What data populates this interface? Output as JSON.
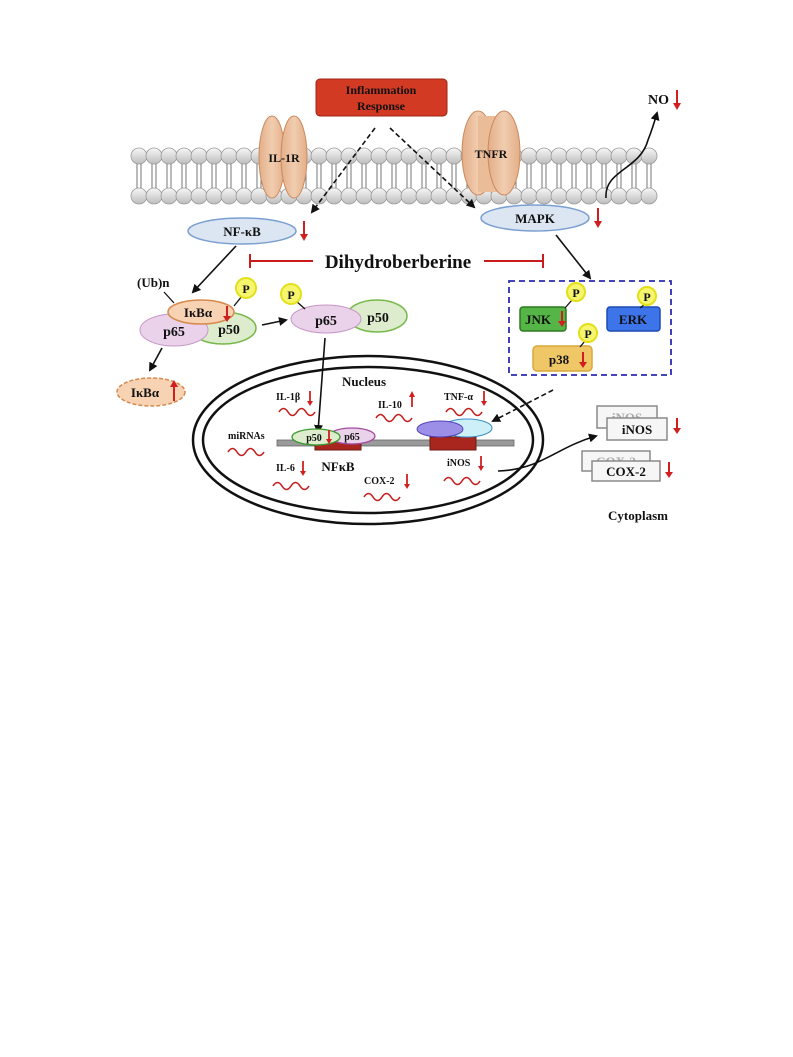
{
  "header": {
    "line1": "Inflammation",
    "line2": "Response"
  },
  "receptors": {
    "il1r": "IL-1R",
    "tnfr": "TNFR"
  },
  "no_label": "NO",
  "nfkb_label": "NF-κB",
  "mapk_label": "MAPK",
  "drug": "Dihydroberberine",
  "ub": "(Ub)n",
  "ikba": "IκBα",
  "ikba_free": "IκBα",
  "p65": "p65",
  "p50": "p50",
  "p65_free": "p65",
  "p50_free": "p50",
  "phospho": "P",
  "kinases": {
    "jnk": "JNK",
    "erk": "ERK",
    "p38": "p38"
  },
  "nucleus": {
    "title": "Nucleus",
    "il1b": "IL-1β",
    "il10": "IL-10",
    "tnfa": "TNF-α",
    "mirnas": "miRNAs",
    "p50": "p50",
    "p65": "p65",
    "nfkb": "NFκB",
    "il6": "IL-6",
    "cox2": "COX-2",
    "inos": "iNOS"
  },
  "proteins": {
    "inos_back": "iNOS",
    "inos_front": "iNOS",
    "cox2_back": "COX-2",
    "cox2_front": "COX-2"
  },
  "cytoplasm": "Cytoplasm",
  "colors": {
    "header_red": "#d33a24",
    "receptor": "#e7b996",
    "lipid": "#d9d9d9",
    "oval_blue": "#dce6f3",
    "oval_pink": "#ead2ea",
    "oval_green": "#ddeccc",
    "ikba_fill": "#f7d2b3",
    "phospho": "#f5f56e",
    "jnk": "#55b546",
    "erk": "#3e74ea",
    "p38": "#f0c766",
    "box_dash": "#2b2bb0",
    "inhibit": "#c91c1c",
    "mrna": "#c51e1e"
  }
}
